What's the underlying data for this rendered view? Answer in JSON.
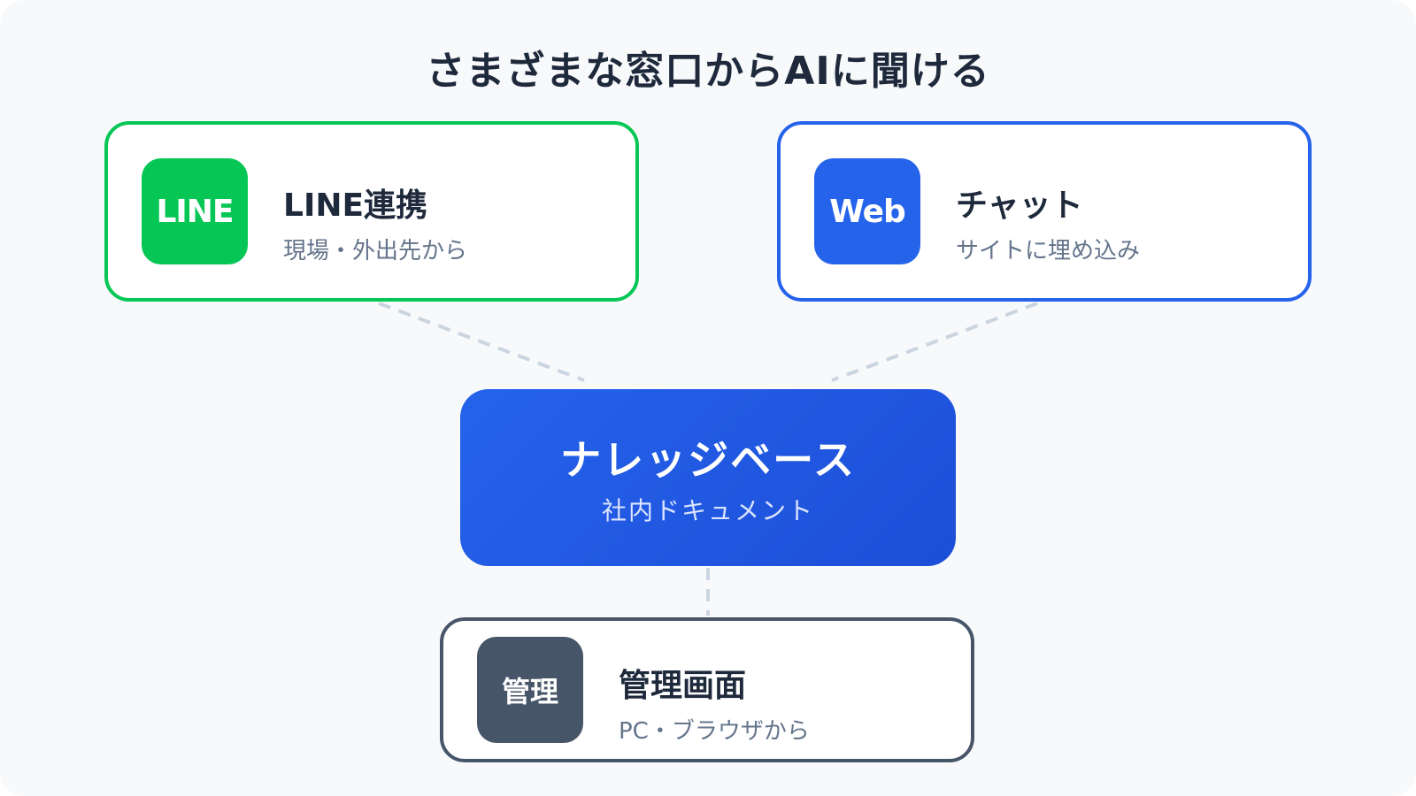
{
  "title": "さまざまな窓口からAIに聞ける",
  "channels": {
    "line": {
      "badge": "LINE",
      "title": "LINE連携",
      "subtitle": "現場・外出先から",
      "color": "#06c755"
    },
    "web": {
      "badge": "Web",
      "title": "チャット",
      "subtitle": "サイトに埋め込み",
      "color": "#2563eb"
    },
    "admin": {
      "badge": "管理",
      "title": "管理画面",
      "subtitle": "PC・ブラウザから",
      "color": "#475569"
    }
  },
  "hub": {
    "title": "ナレッジベース",
    "subtitle": "社内ドキュメント",
    "color": "#2563eb"
  },
  "connector_color": "#cbd5e1"
}
